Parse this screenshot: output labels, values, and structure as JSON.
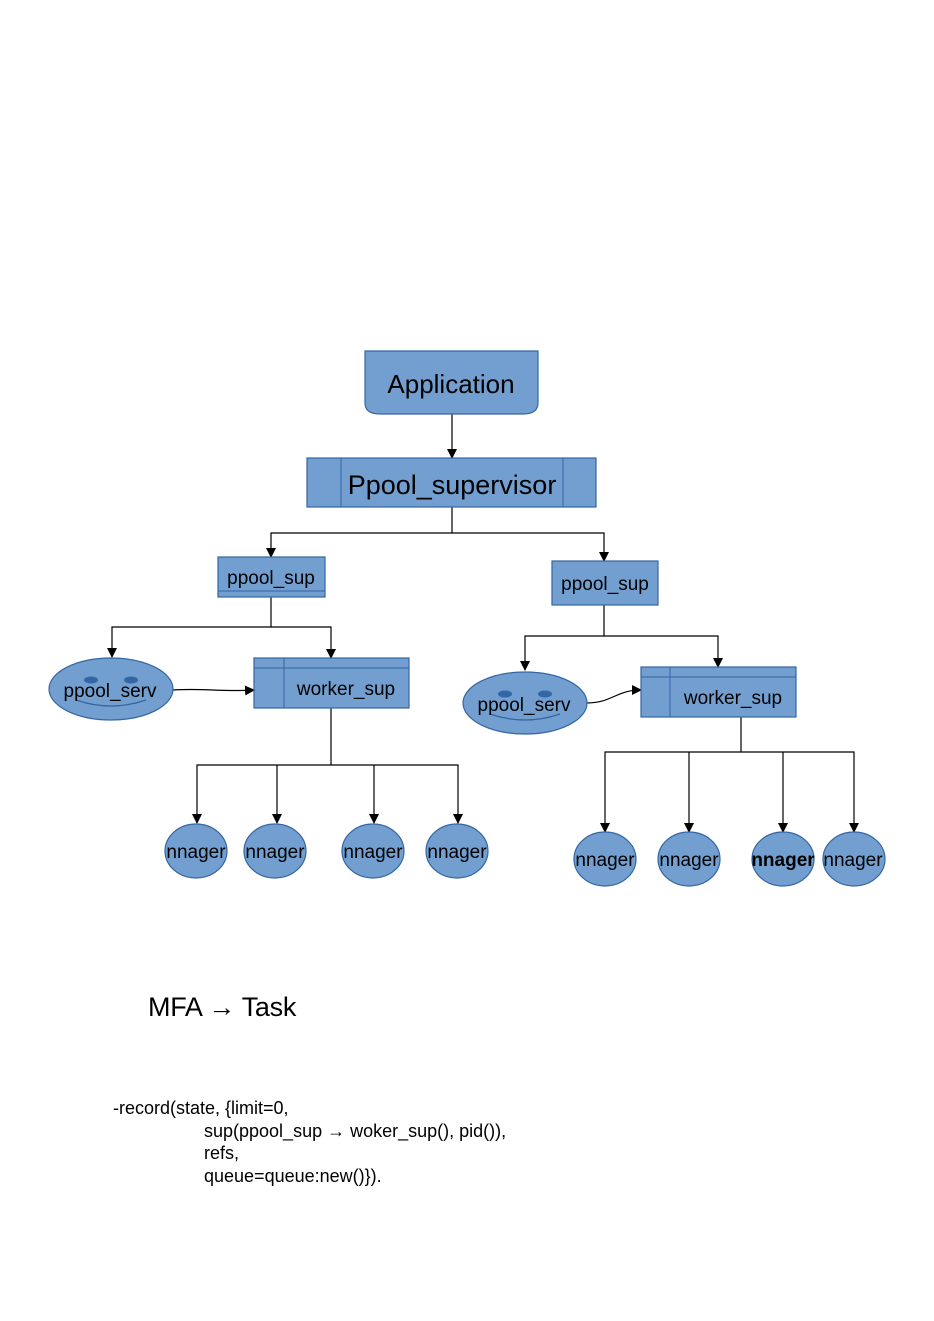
{
  "diagram": {
    "root": "Application",
    "supervisor": "Ppool_supervisor",
    "pools": [
      {
        "sup": "ppool_sup",
        "serv": "ppool_serv",
        "worker_sup": "worker_sup",
        "workers": [
          "nnager",
          "nnager",
          "nnager",
          "nnager"
        ]
      },
      {
        "sup": "ppool_sup",
        "serv": "ppool_serv",
        "worker_sup": "worker_sup",
        "workers": [
          "nnager",
          "nnager",
          "nnager",
          "nnager"
        ]
      }
    ]
  },
  "heading": "MFA → Task",
  "code": {
    "line1": "-record(state,  {limit=0,",
    "line2": "sup(ppool_sup  →  woker_sup(),  pid()),",
    "line3": "refs,",
    "line4": "queue=queue:new()})."
  },
  "colors": {
    "node_fill": "#729fcf",
    "node_border": "#3465a4"
  }
}
